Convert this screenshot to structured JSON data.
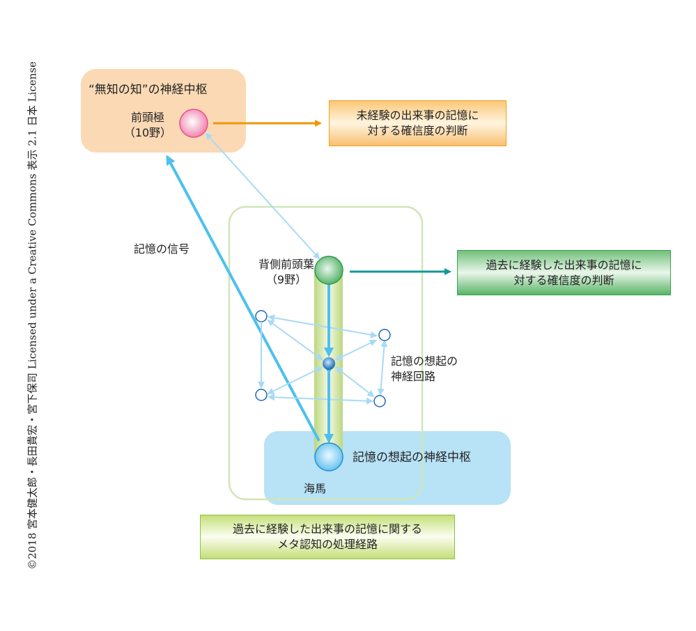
{
  "copyright": "©2018 宮本健太郎・長田貴宏・宮下保司 Licensed under a Creative Commons 表示 2.1 日本 License",
  "regions": {
    "frontal_pole_center": {
      "title": "“無知の知”の神経中枢",
      "node_name": "前頭極",
      "node_area": "（10野）"
    },
    "dorsolateral": {
      "node_name": "背側前頭葉",
      "node_area": "（9野）"
    },
    "recall_circuit": {
      "label_line1": "記憶の想起の",
      "label_line2": "神経回路"
    },
    "hippocampus": {
      "center_label": "記憶の想起の神経中枢",
      "node_name": "海馬"
    }
  },
  "signal_label": "記憶の信号",
  "outcomes": {
    "unexperienced": {
      "line1": "未経験の出来事の記憶に",
      "line2": "対する確信度の判断"
    },
    "experienced": {
      "line1": "過去に経験した出来事の記憶に",
      "line2": "対する確信度の判断"
    }
  },
  "caption": {
    "line1": "過去に経験した出来事の記憶に関する",
    "line2": "メタ認知の処理経路"
  },
  "colors": {
    "orange_region": "#fbd9b4",
    "blue_region": "#b8e2f6",
    "green_frame": "#cfe6b8",
    "pink_node": "#f070a8",
    "green_node": "#3aa050",
    "blue_node": "#4ab0e8",
    "orange_arrow": "#f0960a",
    "teal_arrow": "#10989a",
    "signal_arrow": "#4cc0f0",
    "light_arrow": "#a8daf4",
    "circuit_node": "#1a68b8"
  }
}
